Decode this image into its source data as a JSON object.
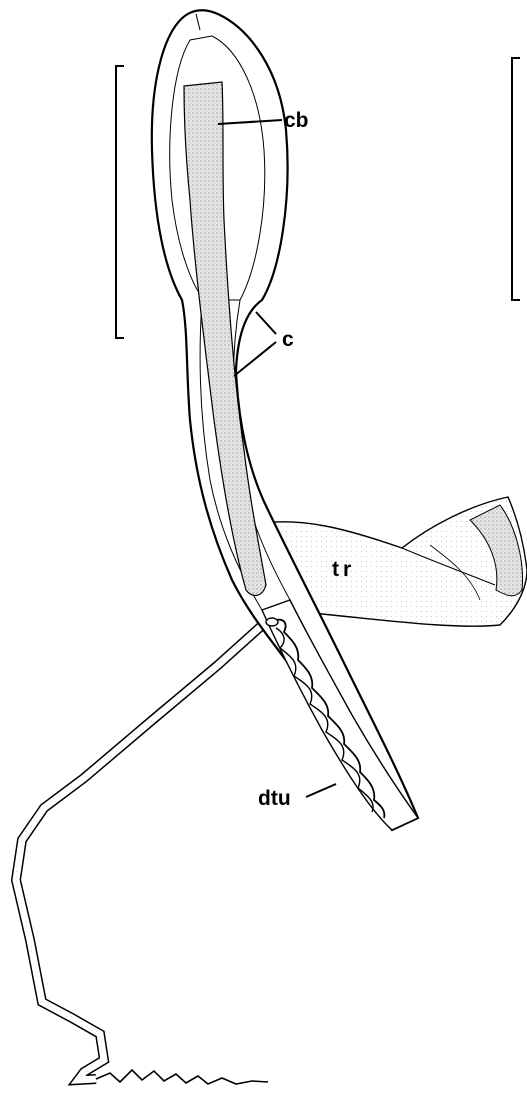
{
  "figure": {
    "labels": {
      "cb": "cb",
      "c": "c",
      "tr": "tr",
      "dtu": "dtu"
    },
    "colors": {
      "ink": "#000000",
      "stipple": "#cfcfcf",
      "background": "#ffffff"
    }
  }
}
